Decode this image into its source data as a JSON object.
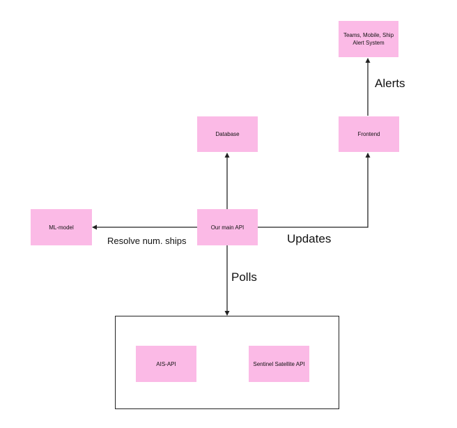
{
  "diagram": {
    "nodes": {
      "alerts_system": "Teams, Mobile, Ship Alert System",
      "database": "Database",
      "frontend": "Frontend",
      "ml_model": "ML-model",
      "main_api": "Our main API",
      "ais_api": "AIS-API",
      "sentinel_api": "Sentinel Satellite API"
    },
    "edges": {
      "alerts": "Alerts",
      "updates": "Updates",
      "resolve": "Resolve num. ships",
      "polls": "Polls"
    },
    "colors": {
      "node_fill": "#fbbae6",
      "line": "#222222",
      "text": "#111111"
    }
  }
}
